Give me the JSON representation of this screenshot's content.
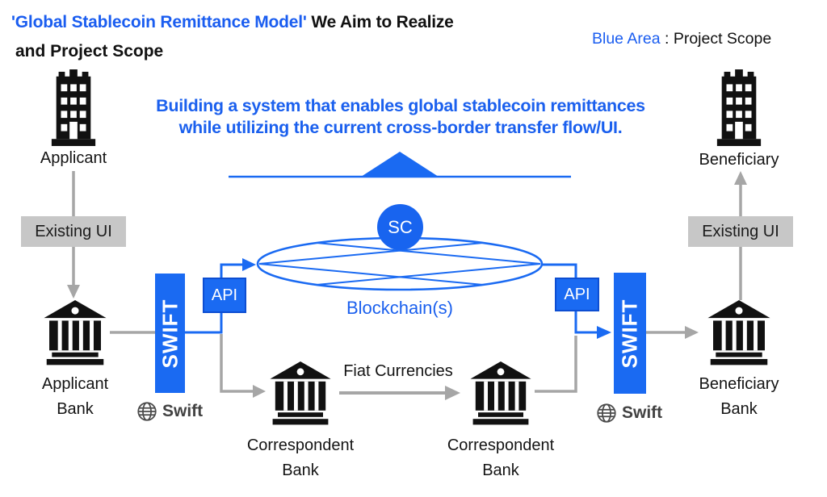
{
  "title": {
    "highlight": "'Global Stablecoin Remittance Model'",
    "rest": " We Aim to Realize",
    "line2": "and Project Scope"
  },
  "legend": {
    "highlight": "Blue Area",
    "rest": " : Project Scope"
  },
  "heading": {
    "line1": "Building a system that enables global stablecoin remittances",
    "line2": "while utilizing the current cross-border transfer flow/UI."
  },
  "labels": {
    "applicant": "Applicant",
    "beneficiary": "Beneficiary",
    "existing_ui": "Existing UI",
    "applicant_bank_line1": "Applicant",
    "beneficiary_bank_line1": "Beneficiary",
    "correspondent_line1": "Correspondent",
    "bank_line2": "Bank",
    "swift_rail": "SWIFT",
    "api": "API",
    "sc": "SC",
    "blockchain": "Blockchain(s)",
    "fiat": "Fiat Currencies",
    "swift_logo": "Swift"
  },
  "icons": {
    "building": "building-icon",
    "bank": "bank-icon",
    "globe": "globe-icon",
    "blockchain": "blockchain-network-ellipse",
    "pointer": "triangle-pointer"
  },
  "colors": {
    "accent_blue": "#1a6af2",
    "text_blue": "#1a5df0",
    "line_gray": "#a6a6a6",
    "box_gray": "#c7c7c7",
    "icon_black": "#111111",
    "swift_logo_gray": "#424242",
    "background": "#ffffff"
  }
}
